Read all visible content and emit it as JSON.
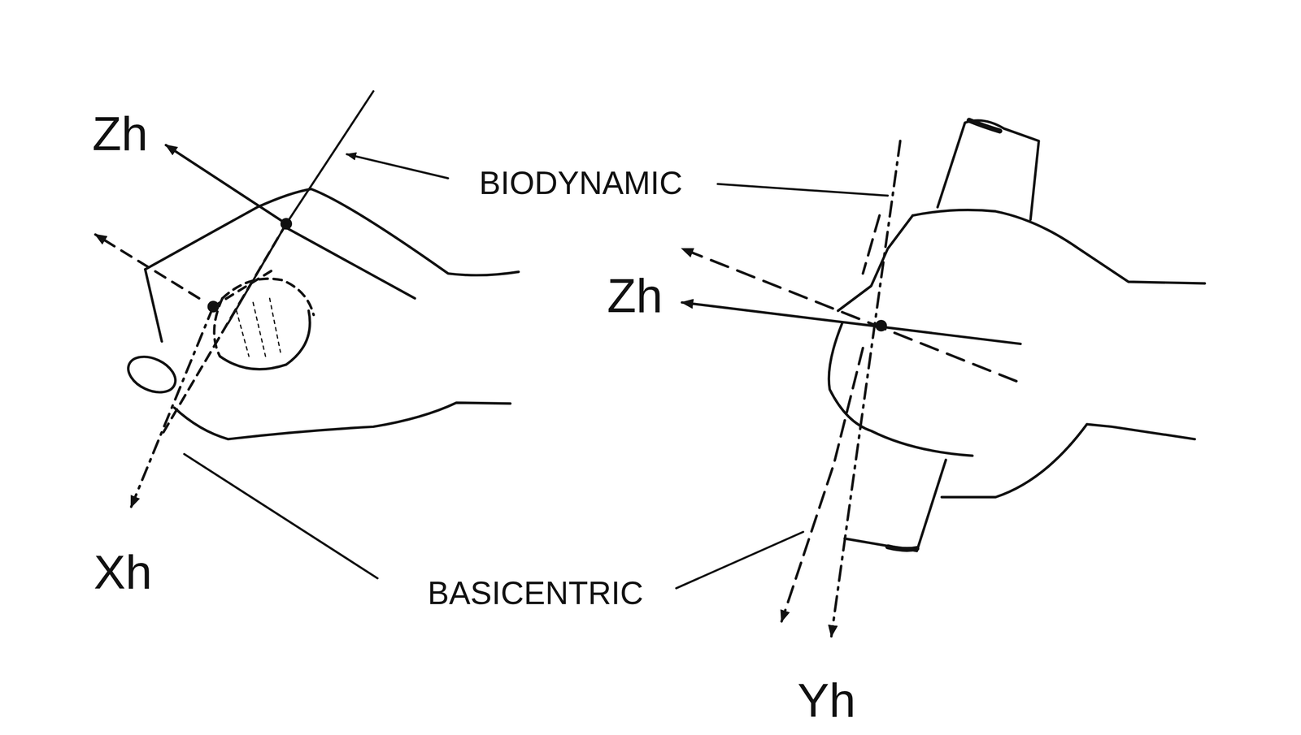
{
  "diagram": {
    "labels": [
      "Zh",
      "BIODYNAMIC",
      "Zh",
      "Xh",
      "BASICENTRIC",
      "Yh"
    ]
  }
}
